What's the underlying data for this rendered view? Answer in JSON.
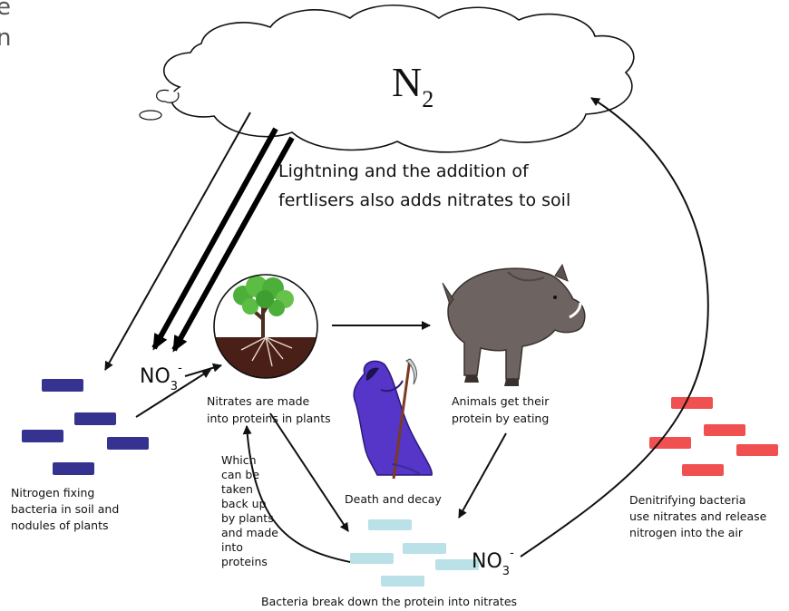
{
  "corner_fragment": {
    "line1": "e",
    "line2": "n"
  },
  "cloud": {
    "label_main": "N",
    "label_sub": "2"
  },
  "lightning_note": {
    "line1": "Lightning and the addition of",
    "line2": "fertlisers also adds nitrates to soil"
  },
  "nitrate_left": {
    "main": "NO",
    "sub": "3",
    "sup": "-"
  },
  "nitrate_bottom": {
    "main": "NO",
    "sub": "3",
    "sup": "-"
  },
  "labels": {
    "plants": [
      "Nitrates are made",
      "into proteins in plants"
    ],
    "animals": [
      "Animals get their",
      "protein by eating"
    ],
    "fixing": [
      "Nitrogen fixing",
      "bacteria in soil and",
      "nodules of plants"
    ],
    "death": [
      "Death and decay"
    ],
    "taken_back": [
      "Which",
      "can be",
      "taken",
      "back up",
      "by plants",
      "and made",
      "into",
      "proteins"
    ],
    "denitrifying": [
      "Denitrifying bacteria",
      "use nitrates and release",
      "nitrogen into the air"
    ],
    "bacteria_break": [
      "Bacteria break down the protein into nitrates"
    ]
  },
  "colors": {
    "fixing_bacteria": "#35338f",
    "denitrifying_bacteria": "#f05050",
    "decomposer_bacteria": "#b9e1e7",
    "tree_leaves": "#4caf3a",
    "soil": "#4a1f18",
    "boar": "#6d6360",
    "reaper_robe": "#5536c8"
  },
  "icons": [
    "cloud-icon",
    "tree-icon",
    "boar-icon",
    "grim-reaper-icon"
  ]
}
